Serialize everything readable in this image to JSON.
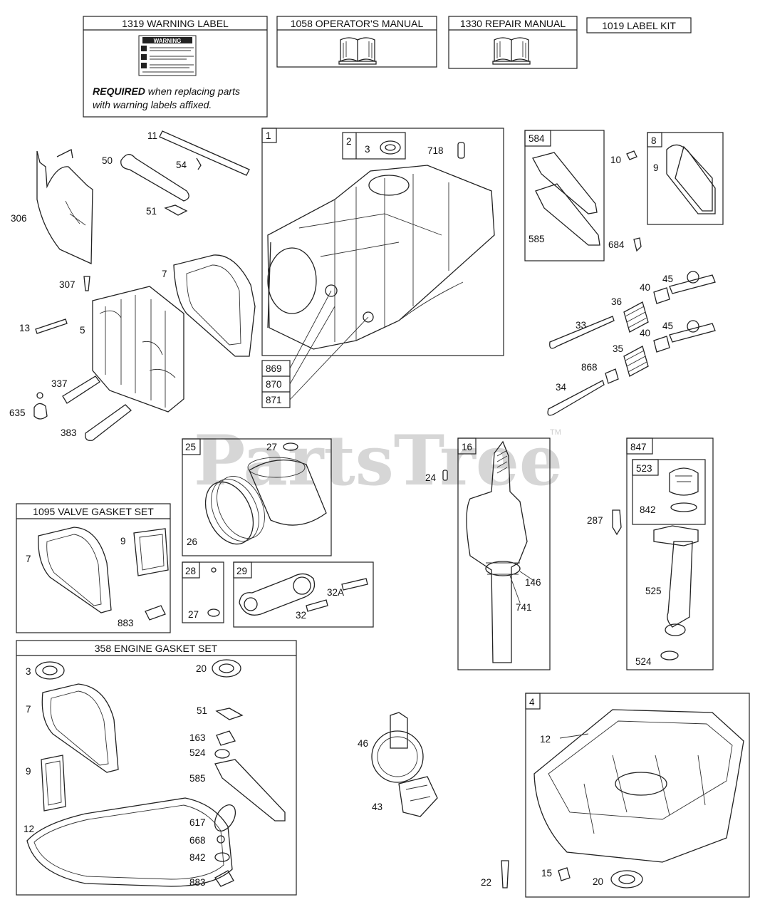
{
  "header_boxes": {
    "warning_label": "1319 WARNING LABEL",
    "warning_sticker": "WARNING",
    "warning_note_bold": "REQUIRED",
    "warning_note_rest": " when replacing parts",
    "warning_note_line2": "with warning labels affixed.",
    "operators_manual": "1058 OPERATOR'S MANUAL",
    "repair_manual": "1330 REPAIR MANUAL",
    "label_kit": "1019 LABEL KIT"
  },
  "kit_titles": {
    "valve_gasket_set": "1095 VALVE GASKET SET",
    "engine_gasket_set": "358 ENGINE GASKET SET"
  },
  "watermark": {
    "text": "PartsTree",
    "tm": "TM"
  },
  "group_tags": {
    "g1": "1",
    "g2": "2",
    "g584": "584",
    "g8": "8",
    "g25": "25",
    "g16": "16",
    "g847": "847",
    "g523": "523",
    "g28": "28",
    "g29": "29",
    "g4": "4"
  },
  "callouts": {
    "c869": "869",
    "c870": "870",
    "c871": "871",
    "p11": "11",
    "p50": "50",
    "p54": "54",
    "p51": "51",
    "p306": "306",
    "p307": "307",
    "p7": "7",
    "p13": "13",
    "p5": "5",
    "p337": "337",
    "p635": "635",
    "p383": "383",
    "p3": "3",
    "p718": "718",
    "p585": "585",
    "p684": "684",
    "p10": "10",
    "p9": "9",
    "p40a": "40",
    "p45a": "45",
    "p36": "36",
    "p33": "33",
    "p40b": "40",
    "p45b": "45",
    "p35": "35",
    "p868": "868",
    "p34": "34",
    "p27a": "27",
    "p26": "26",
    "p27b": "27",
    "p32a": "32A",
    "p32": "32",
    "p24": "24",
    "p146": "146",
    "p741": "741",
    "p287": "287",
    "p842": "842",
    "p525": "525",
    "p524": "524",
    "v7": "7",
    "v9": "9",
    "v883": "883",
    "e3": "3",
    "e7": "7",
    "e9": "9",
    "e12": "12",
    "e20": "20",
    "e51": "51",
    "e163": "163",
    "e524": "524",
    "e585": "585",
    "e617": "617",
    "e668": "668",
    "e842": "842",
    "e883": "883",
    "p46": "46",
    "p43": "43",
    "p22": "22",
    "s12": "12",
    "s15": "15",
    "s20": "20"
  }
}
